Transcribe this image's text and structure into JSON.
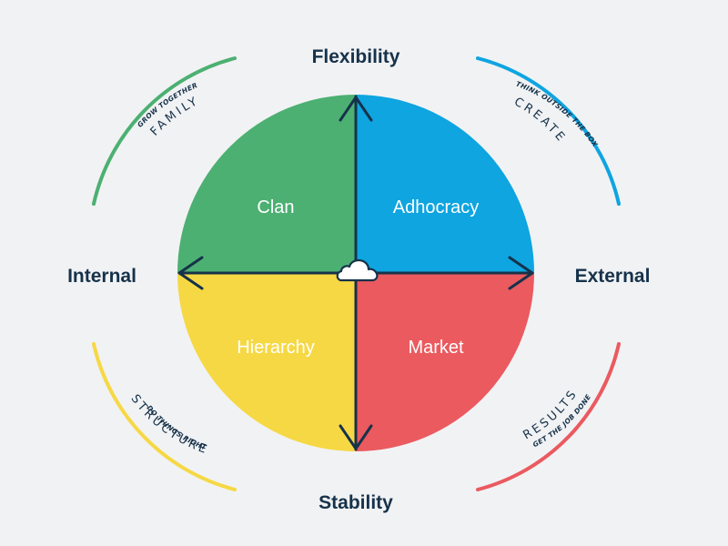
{
  "axes": {
    "top": "Flexibility",
    "bottom": "Stability",
    "left": "Internal",
    "right": "External"
  },
  "quadrants": {
    "top_left": {
      "label": "Clan",
      "color": "#4cb072"
    },
    "top_right": {
      "label": "Adhocracy",
      "color": "#0ea5e0"
    },
    "bottom_left": {
      "label": "Hierarchy",
      "color": "#f6d844"
    },
    "bottom_right": {
      "label": "Market",
      "color": "#ea5a5f"
    }
  },
  "arc_captions": {
    "top_left": {
      "word": "FAMILY",
      "tagline": "GROW TOGETHER",
      "color": "#4cb072"
    },
    "top_right": {
      "word": "CREATE",
      "tagline": "THINK OUTSIDE THE BOX",
      "color": "#0ea5e0"
    },
    "bottom_left": {
      "word": "STRUCTURE",
      "tagline": "DO THINGS RIGHT",
      "color": "#f6d844"
    },
    "bottom_right": {
      "word": "RESULTS",
      "tagline": "GET THE JOB DONE",
      "color": "#ea5a5f"
    }
  },
  "center_icon": "cloud-icon",
  "arrow_color": "#16324a"
}
